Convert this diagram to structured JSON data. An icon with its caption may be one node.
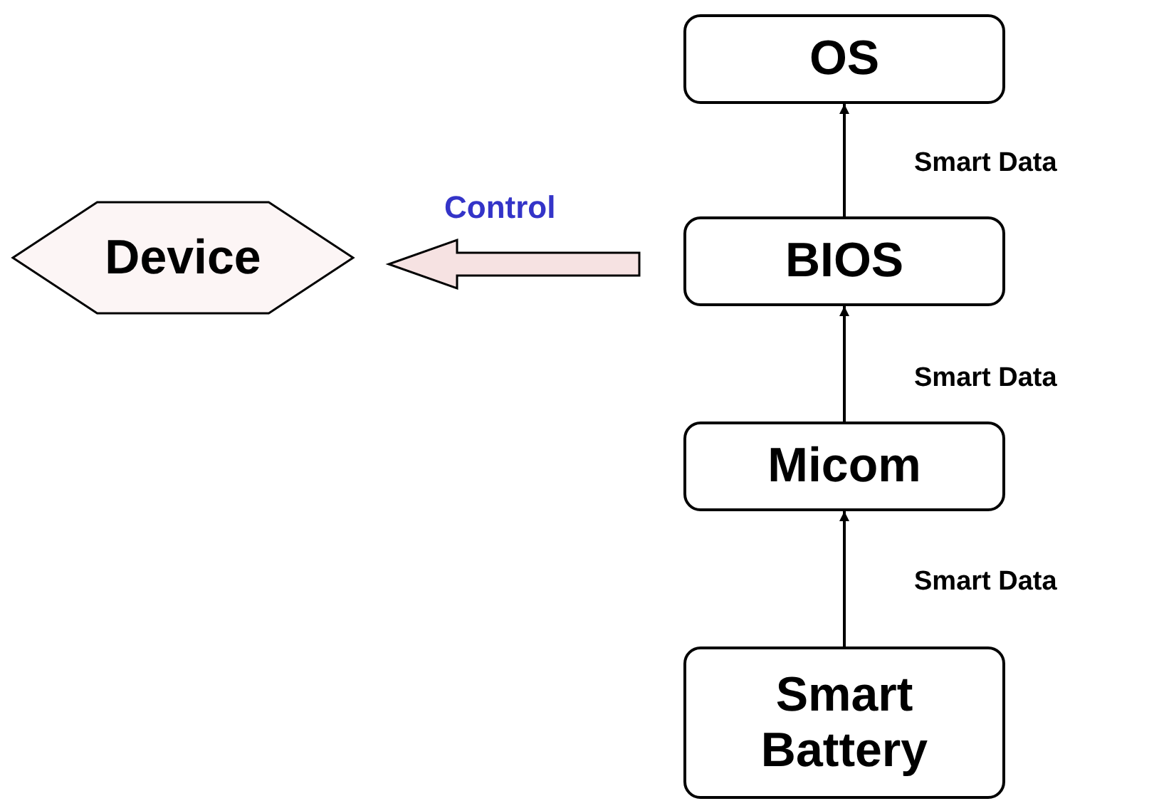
{
  "diagram": {
    "nodes": [
      {
        "text": [
          "OS"
        ]
      },
      {
        "text": [
          "Device"
        ]
      },
      {
        "text": [
          "BIOS"
        ]
      },
      {
        "text": [
          "Micom"
        ]
      },
      {
        "text": [
          "Smart Battery"
        ]
      }
    ],
    "edges": [
      {
        "from": 2,
        "to": 0,
        "arrow": "to",
        "label": "Smart Data"
      },
      {
        "from": 3,
        "to": 2,
        "arrow": "to",
        "label": "Smart Data"
      },
      {
        "from": 4,
        "to": 3,
        "arrow": "to",
        "label": "Smart Data"
      },
      {
        "from": 2,
        "to": 1,
        "arrow": "to",
        "label": "Control",
        "style": "thick",
        "color": "#f6e2e2"
      }
    ]
  }
}
